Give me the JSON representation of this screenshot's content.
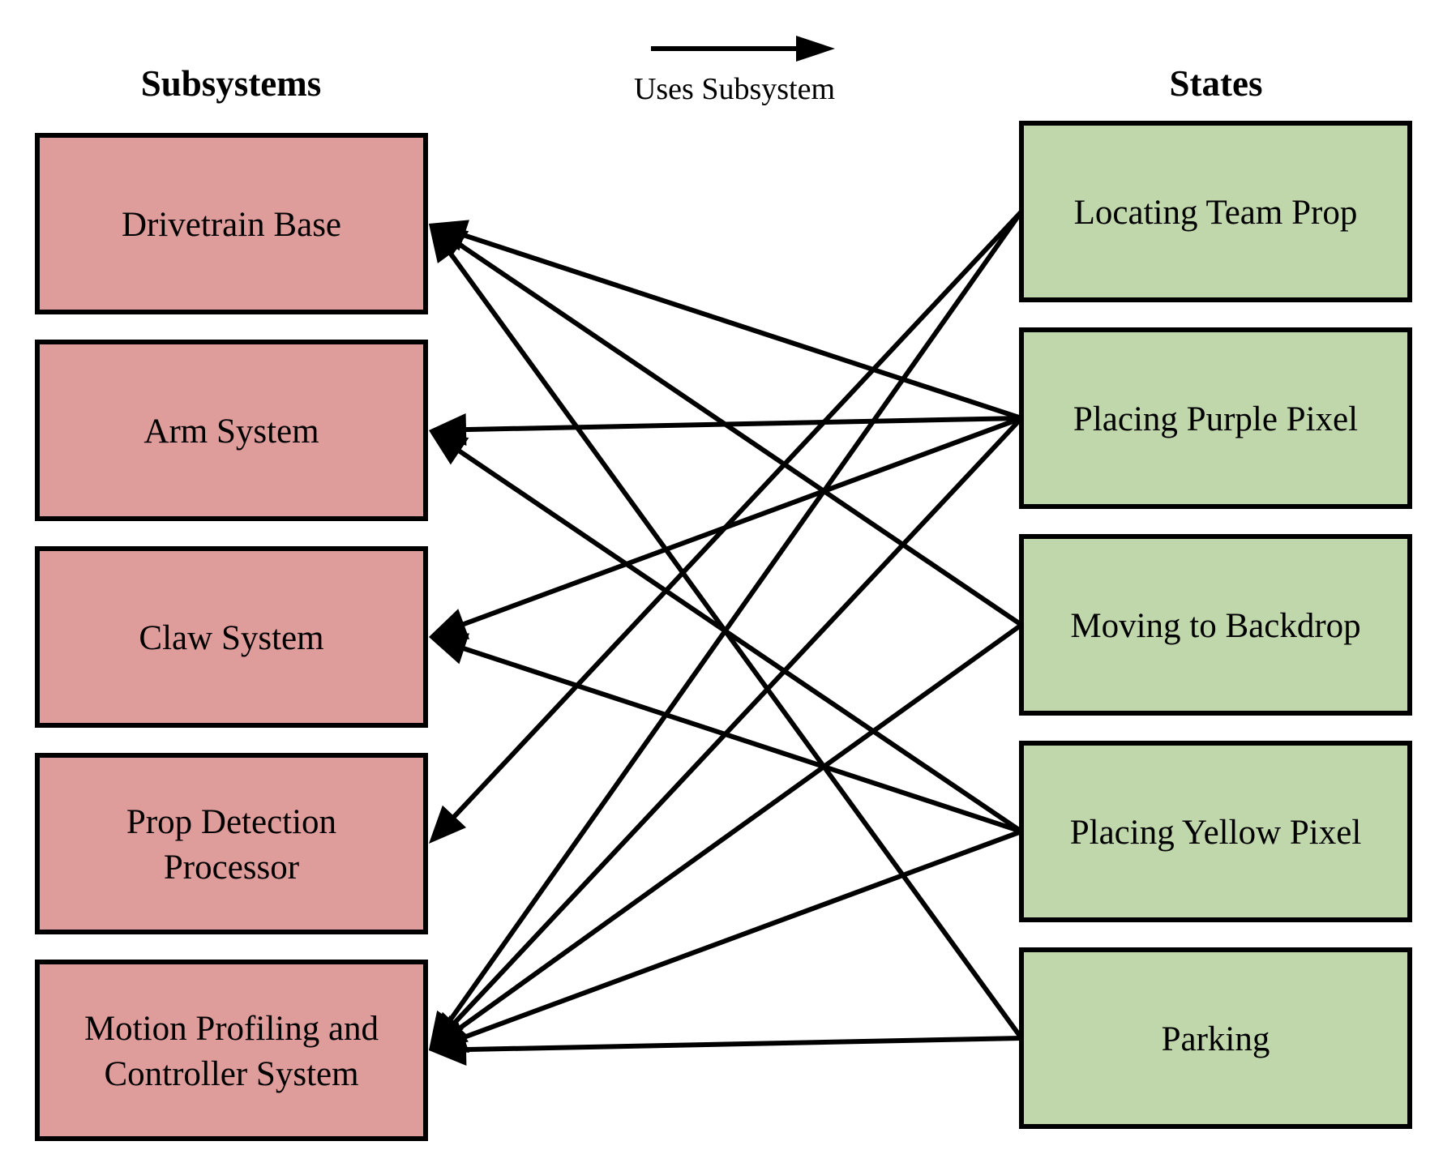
{
  "legend": {
    "label": "Uses Subsystem"
  },
  "subsystems": {
    "title": "Subsystems",
    "fill": "#de9c9b",
    "items": [
      {
        "id": "drivetrain",
        "lines": [
          "Drivetrain Base"
        ]
      },
      {
        "id": "arm",
        "lines": [
          "Arm System"
        ]
      },
      {
        "id": "claw",
        "lines": [
          "Claw System"
        ]
      },
      {
        "id": "prop-detection",
        "lines": [
          "Prop Detection",
          "Processor"
        ]
      },
      {
        "id": "motion-profiling",
        "lines": [
          "Motion Profiling and",
          "Controller System"
        ]
      }
    ]
  },
  "states": {
    "title": "States",
    "fill": "#c0d7ab",
    "items": [
      {
        "id": "locating",
        "lines": [
          "Locating Team Prop"
        ]
      },
      {
        "id": "purple",
        "lines": [
          "Placing Purple Pixel"
        ]
      },
      {
        "id": "backdrop",
        "lines": [
          "Moving to Backdrop"
        ]
      },
      {
        "id": "yellow",
        "lines": [
          "Placing Yellow Pixel"
        ]
      },
      {
        "id": "parking",
        "lines": [
          "Parking"
        ]
      }
    ]
  },
  "edges": [
    {
      "from": "locating",
      "to": "prop-detection"
    },
    {
      "from": "locating",
      "to": "motion-profiling"
    },
    {
      "from": "purple",
      "to": "drivetrain"
    },
    {
      "from": "purple",
      "to": "arm"
    },
    {
      "from": "purple",
      "to": "claw"
    },
    {
      "from": "purple",
      "to": "motion-profiling"
    },
    {
      "from": "backdrop",
      "to": "drivetrain"
    },
    {
      "from": "backdrop",
      "to": "motion-profiling"
    },
    {
      "from": "yellow",
      "to": "arm"
    },
    {
      "from": "yellow",
      "to": "claw"
    },
    {
      "from": "yellow",
      "to": "motion-profiling"
    },
    {
      "from": "parking",
      "to": "drivetrain"
    },
    {
      "from": "parking",
      "to": "motion-profiling"
    }
  ],
  "colors": {
    "stroke": "#000000",
    "background": "#ffffff"
  }
}
